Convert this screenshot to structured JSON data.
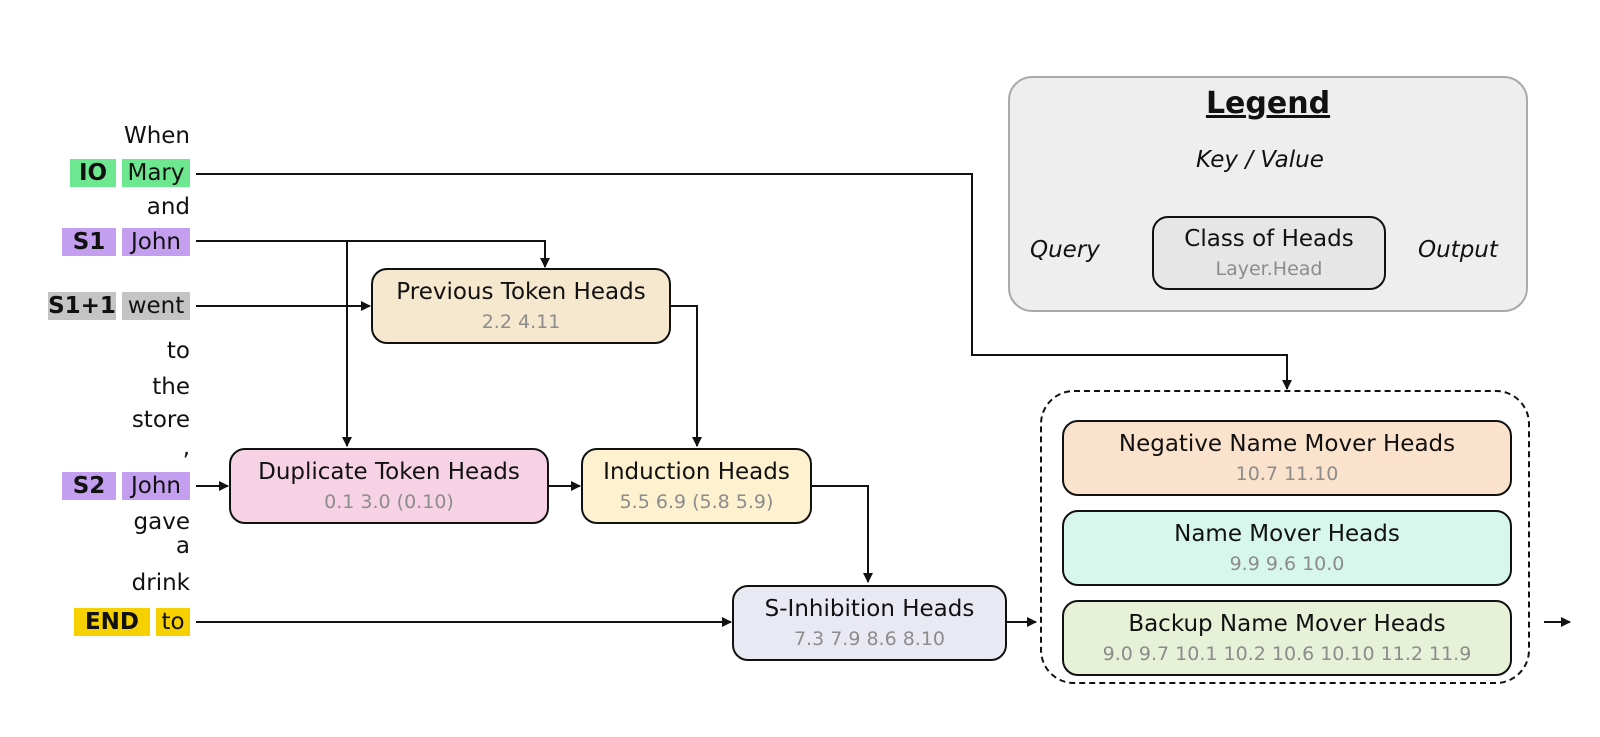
{
  "colors": {
    "io": "#6ee890",
    "s1": "#c49ff0",
    "s1plus1": "#c4c4c4",
    "s2": "#c49ff0",
    "end": "#f7d000",
    "previous_token": "#f6e7cf",
    "duplicate_token": "#f7d2e5",
    "induction": "#fdf1cf",
    "s_inhibition": "#e9e9f3",
    "negative_name_mover": "#fbe2cc",
    "name_mover": "#d7f6ec",
    "backup_name_mover": "#e6f1d8",
    "legend_box": "#e6e6e6"
  },
  "sentence": {
    "words": [
      "When",
      "Mary",
      "and",
      "John",
      "went",
      "to",
      "the",
      "store",
      ",",
      "John",
      "gave",
      "a",
      "drink",
      "to"
    ],
    "tags": {
      "io": "IO",
      "s1": "S1",
      "s1plus1": "S1+1",
      "s2": "S2",
      "end": "END"
    }
  },
  "boxes": {
    "previous_token": {
      "title": "Previous Token Heads",
      "heads": "2.2   4.11"
    },
    "duplicate_token": {
      "title": "Duplicate Token Heads",
      "heads": "0.1   3.0   (0.10)"
    },
    "induction": {
      "title": "Induction Heads",
      "heads": "5.5   6.9  (5.8  5.9)"
    },
    "s_inhibition": {
      "title": "S-Inhibition Heads",
      "heads": "7.3  7.9  8.6   8.10"
    },
    "negative_name_mover": {
      "title": "Negative Name Mover Heads",
      "heads": "10.7  11.10"
    },
    "name_mover": {
      "title": "Name Mover Heads",
      "heads": "9.9   9.6   10.0"
    },
    "backup_name_mover": {
      "title": "Backup Name Mover Heads",
      "heads": "9.0  9.7  10.1  10.2  10.6  10.10  11.2  11.9"
    }
  },
  "legend": {
    "title": "Legend",
    "key_value": "Key / Value",
    "query": "Query",
    "output": "Output",
    "class_title": "Class of Heads",
    "class_sub": "Layer.Head"
  }
}
